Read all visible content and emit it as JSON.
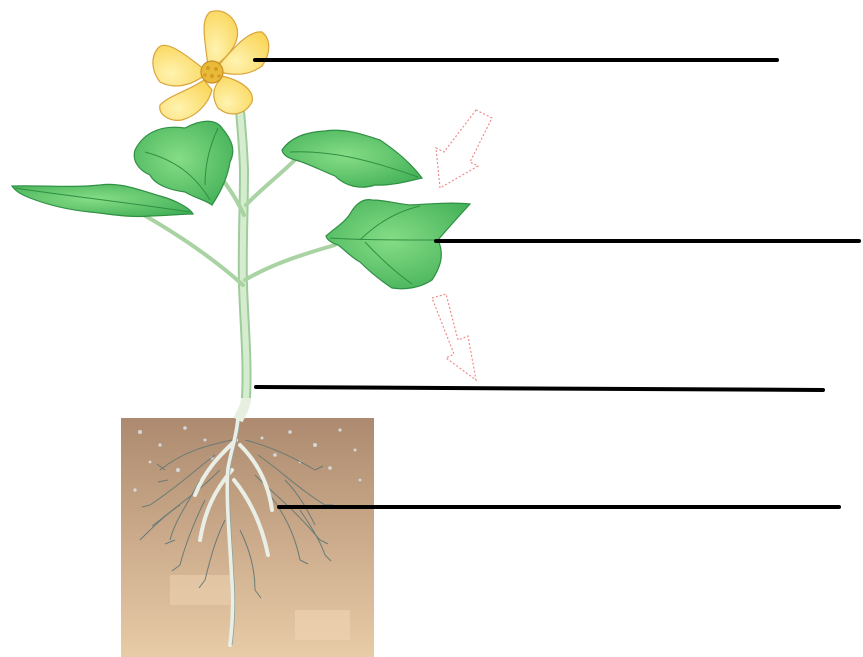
{
  "diagram": {
    "subject": "flowering plant",
    "label_lines": [
      {
        "id": "flower",
        "label": ""
      },
      {
        "id": "leaf",
        "label": ""
      },
      {
        "id": "stem",
        "label": ""
      },
      {
        "id": "roots",
        "label": ""
      }
    ],
    "arrows": [
      {
        "id": "arrow-in",
        "style": "dotted outline"
      },
      {
        "id": "arrow-out",
        "style": "dotted outline"
      }
    ]
  },
  "colors": {
    "petal": "#fde27a",
    "petal_edge": "#e6b23a",
    "flower_center": "#e0a526",
    "leaf": "#5fc96a",
    "leaf_dark": "#2f9a47",
    "stem": "#b9dcb4",
    "soil_top": "#b08c72",
    "soil_bottom": "#e6c9a5",
    "root": "#eef3ea",
    "root_hair": "#6b7d78",
    "arrow": "#f08c8c",
    "label_line": "#000000"
  }
}
